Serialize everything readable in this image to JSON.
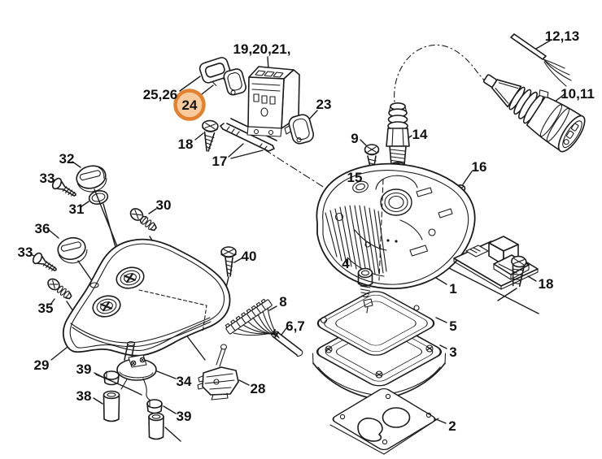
{
  "diagram": {
    "type": "exploded-parts-diagram",
    "background": "#ffffff",
    "line_color": "#1b1b1b",
    "highlight": {
      "part_number": "24",
      "ring_color": "#e2812e",
      "fill_color": "#f7cb9e",
      "number_color": "#5d4630"
    },
    "labels": {
      "n19_20_21": "19,20,21,",
      "n12_13": "12,13",
      "n10_11": "10,11",
      "n25_26": "25,26",
      "n24": "24",
      "n23": "23",
      "n18_top": "18",
      "n17": "17",
      "n9": "9",
      "n14": "14",
      "n16": "16",
      "n15": "15",
      "n1": "1",
      "n18_right": "18",
      "n4": "4",
      "n5": "5",
      "n3": "3",
      "n2": "2",
      "n32": "32",
      "n33_upper": "33",
      "n31": "31",
      "n30": "30",
      "n36": "36",
      "n33_lower": "33",
      "n35": "35",
      "n29": "29",
      "n40": "40",
      "n8": "8",
      "n6_7": "6,7",
      "n28": "28",
      "n34": "34",
      "n39_left": "39",
      "n38": "38",
      "n39_right": "39"
    }
  }
}
